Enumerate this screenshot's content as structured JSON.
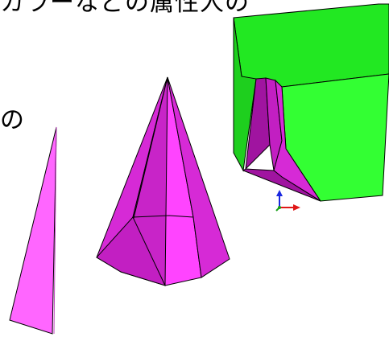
{
  "canvas": {
    "caption_text": "カラーなどの属性人の",
    "side_text": "の"
  },
  "colors": {
    "box_front": "#33ff33",
    "box_top": "#22e822",
    "box_side": "#1ecf1e",
    "cone_light": "#ff44ff",
    "cone_mid": "#d62ad6",
    "cone_dark": "#a014a0",
    "wedge": "#ff66ff",
    "axis_x": "#e01818",
    "axis_y": "#18a018",
    "axis_z": "#1a28e0",
    "edge": "#000000"
  },
  "objects": {
    "box": "green-box",
    "cone": "magenta-cone",
    "wedge": "pink-wedge",
    "triad": "axis-triad"
  }
}
